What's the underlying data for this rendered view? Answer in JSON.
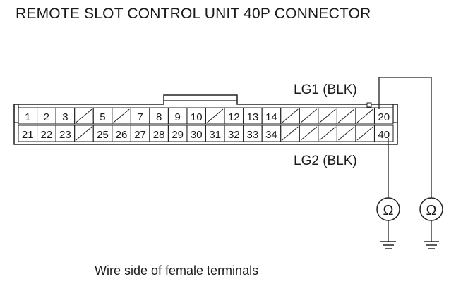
{
  "title": "REMOTE SLOT CONTROL UNIT 40P CONNECTOR",
  "caption": "Wire side of female terminals",
  "connector": {
    "top_row": [
      "1",
      "2",
      "3",
      "",
      "5",
      "",
      "7",
      "8",
      "9",
      "10",
      "",
      "12",
      "13",
      "14",
      "",
      "",
      "",
      "",
      "",
      "20"
    ],
    "bottom_row": [
      "21",
      "22",
      "23",
      "",
      "25",
      "26",
      "27",
      "28",
      "29",
      "30",
      "31",
      "32",
      "33",
      "34",
      "",
      "",
      "",
      "",
      "",
      "40"
    ]
  },
  "probes": {
    "lg1": "LG1 (BLK)",
    "lg2": "LG2 (BLK)",
    "meter_symbol": "Ω",
    "meter_icon": "ohmmeter-icon",
    "ground_icon": "ground-icon"
  }
}
